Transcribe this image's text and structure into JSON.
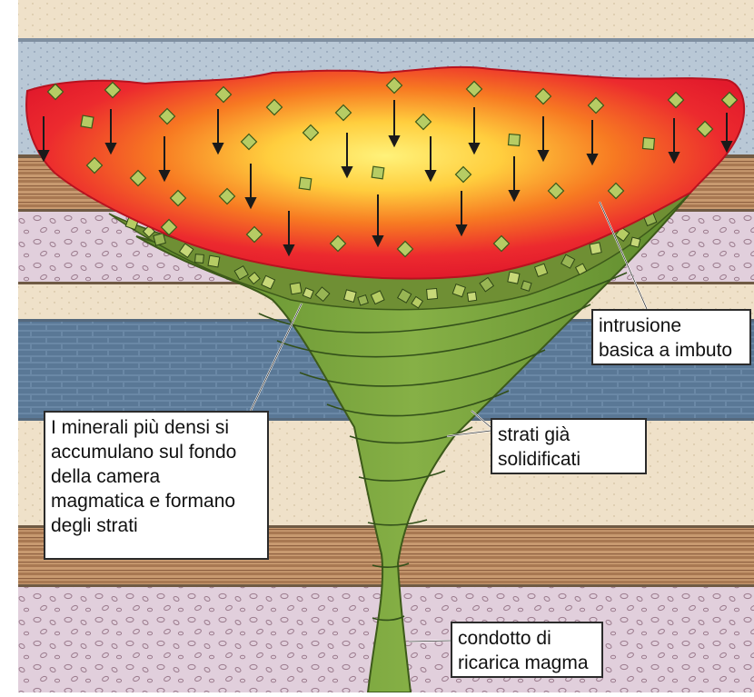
{
  "labels": {
    "intrusion": [
      "intrusione",
      "basica a imbuto"
    ],
    "minerals": [
      "I minerali più densi si",
      "accumulano sul fondo",
      "della camera",
      "magmatica e formano",
      "degli strati"
    ],
    "strata": [
      "strati già",
      "solidificati"
    ],
    "conduit": [
      "condotto di",
      "ricarica magma"
    ]
  },
  "colors": {
    "page_left": "#dfe6ef",
    "sandy_layer": "#efe1c9",
    "blue_dotted_layer": "#b9c8d6",
    "brown_stripes": "#b88760",
    "pink_pebbles": "#e1cfdc",
    "blue_stone": "#5f7f9c",
    "magma_red": "#ea1f2e",
    "magma_yellow": "#ffe060",
    "green_intrusion": "#7fa83e",
    "crystal_green": "#b6cc64"
  }
}
